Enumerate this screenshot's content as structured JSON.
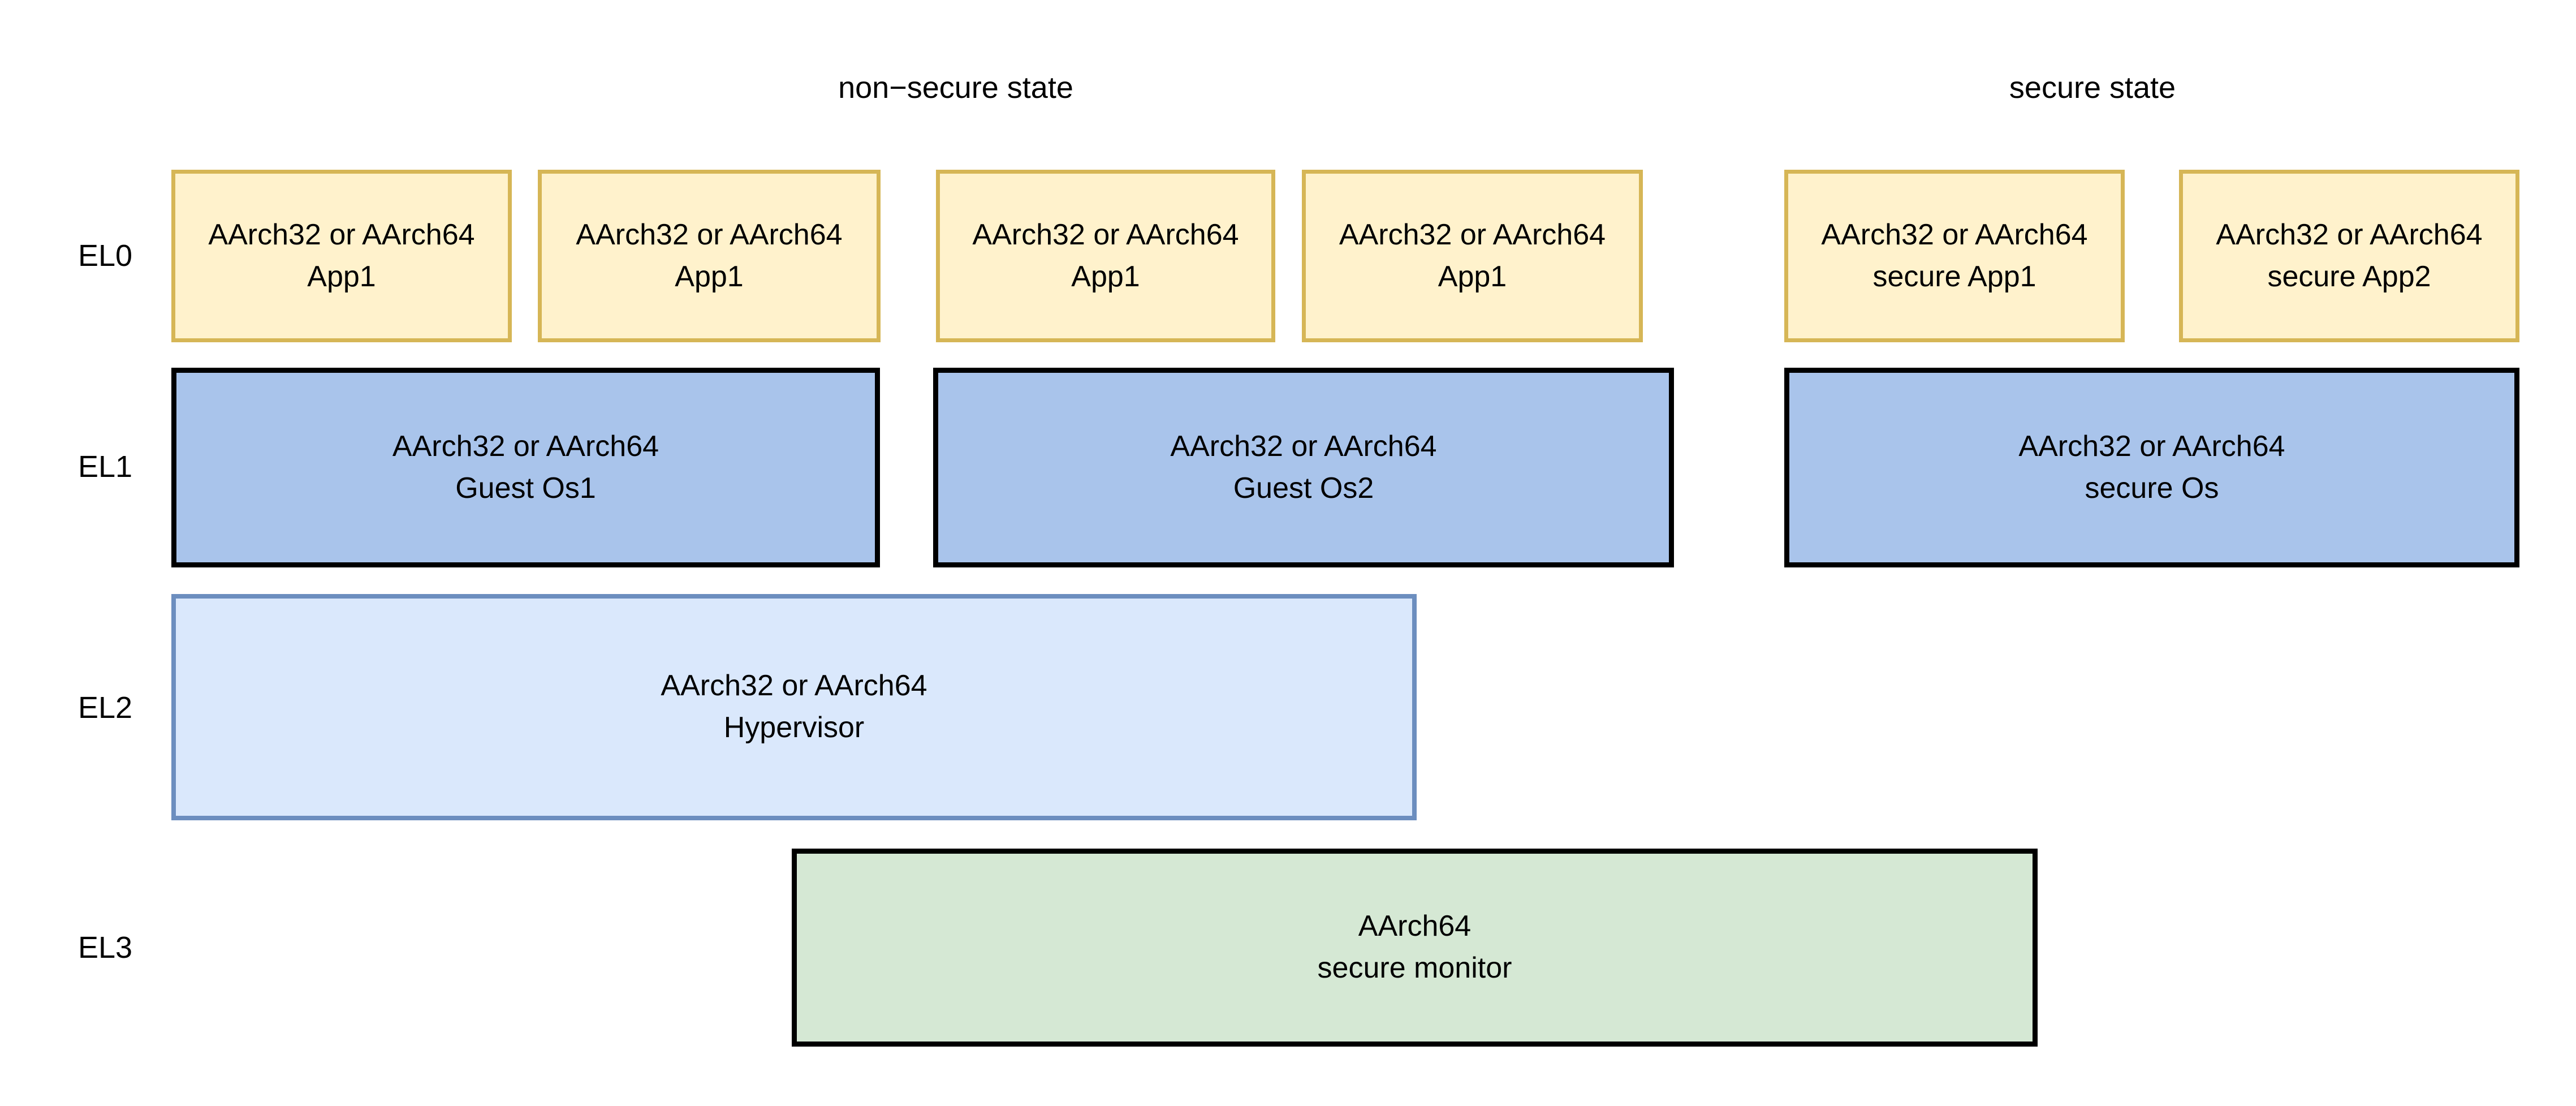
{
  "diagram": {
    "title_headers": [
      {
        "id": "non-secure",
        "label": "non−secure state"
      },
      {
        "id": "secure",
        "label": "secure state"
      }
    ],
    "exception_levels": [
      {
        "id": "el0",
        "label": "EL0"
      },
      {
        "id": "el1",
        "label": "EL1"
      },
      {
        "id": "el2",
        "label": "EL2"
      },
      {
        "id": "el3",
        "label": "EL3"
      }
    ],
    "el0_boxes": [
      {
        "line1": "AArch32 or AArch64",
        "line2": "App1"
      },
      {
        "line1": "AArch32 or AArch64",
        "line2": "App1"
      },
      {
        "line1": "AArch32 or AArch64",
        "line2": "App1"
      },
      {
        "line1": "AArch32 or AArch64",
        "line2": "App1"
      },
      {
        "line1": "AArch32 or AArch64",
        "line2": "secure App1"
      },
      {
        "line1": "AArch32 or AArch64",
        "line2": "secure App2"
      }
    ],
    "el1_boxes": [
      {
        "line1": "AArch32 or AArch64",
        "line2": "Guest Os1"
      },
      {
        "line1": "AArch32 or AArch64",
        "line2": "Guest Os2"
      },
      {
        "line1": "AArch32 or AArch64",
        "line2": "secure Os"
      }
    ],
    "el2_boxes": [
      {
        "line1": "AArch32 or AArch64",
        "line2": "Hypervisor"
      }
    ],
    "el3_boxes": [
      {
        "line1": "AArch64",
        "line2": "secure monitor"
      }
    ],
    "colors": {
      "app_fill": "#fff2cc",
      "app_stroke": "#d6b656",
      "os_fill": "#a9c4eb",
      "os_stroke": "#000000",
      "hypervisor_fill": "#dae8fc",
      "hypervisor_stroke": "#6c8ebf",
      "monitor_fill": "#d5e8d4",
      "monitor_stroke": "#000000",
      "background": "#ffffff",
      "text": "#000000"
    }
  }
}
